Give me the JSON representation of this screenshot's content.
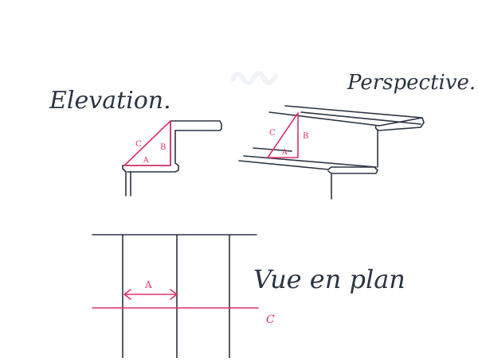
{
  "titles": {
    "elevation": "Elevation.",
    "perspective": "Perspective.",
    "plan": "Vue en plan"
  },
  "labels": {
    "a": "A",
    "b": "B",
    "c": "C"
  },
  "colors": {
    "ink": "#2b3442",
    "accent": "#e0306a",
    "background": "#ffffff"
  }
}
